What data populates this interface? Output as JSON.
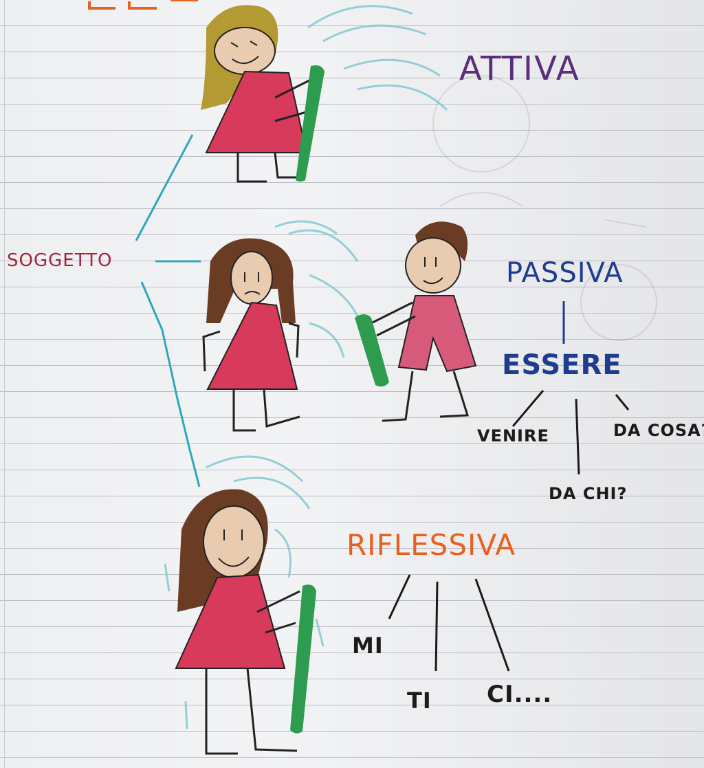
{
  "labels": {
    "attiva": "ATTIVA",
    "soggetto": "SOGGETTO",
    "passiva": "PASSIVA",
    "essere": "ESSERE",
    "venire": "VENIRE",
    "da_cosa": "DA COSA?",
    "da_chi": "DA CHI?",
    "riflessiva": "RIFLESSIVA",
    "mi": "MI",
    "ti": "TI",
    "ci": "CI...."
  },
  "colors": {
    "attiva": "#5a2f7a",
    "soggetto": "#a3253a",
    "passiva": "#1f3d8f",
    "riflessiva": "#e8601e",
    "connector": "#2fa8b8",
    "dress": "#d83a5c",
    "bat": "#2e9c4e"
  }
}
